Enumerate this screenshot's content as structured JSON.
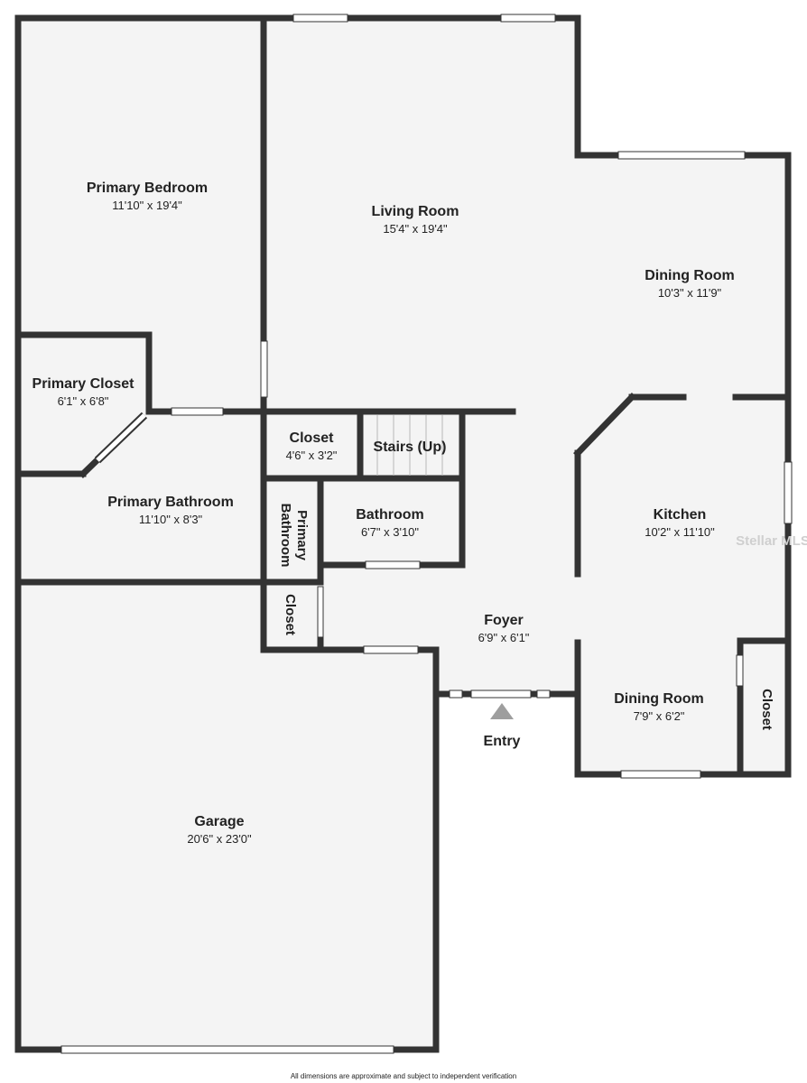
{
  "colors": {
    "wall": "#333333",
    "floor": "#f4f4f4",
    "window": "#ffffff",
    "text": "#222222",
    "entry_arrow": "#9e9e9e",
    "watermark": "#cfcfcf"
  },
  "rooms": {
    "primary_bedroom": {
      "name": "Primary Bedroom",
      "dims": "11'10\" x 19'4\""
    },
    "living_room": {
      "name": "Living Room",
      "dims": "15'4\" x 19'4\""
    },
    "dining_room_main": {
      "name": "Dining Room",
      "dims": "10'3\" x 11'9\""
    },
    "primary_closet": {
      "name": "Primary Closet",
      "dims": "6'1\" x 6'8\""
    },
    "closet_hall": {
      "name": "Closet",
      "dims": "4'6\" x 3'2\""
    },
    "stairs": {
      "name": "Stairs (Up)"
    },
    "primary_bathroom": {
      "name": "Primary Bathroom",
      "dims": "11'10\" x 8'3\""
    },
    "primary_bath_wc": {
      "line1": "Primary",
      "line2": "Bathroom"
    },
    "bathroom": {
      "name": "Bathroom",
      "dims": "6'7\" x 3'10\""
    },
    "kitchen": {
      "name": "Kitchen",
      "dims": "10'2\" x 11'10\""
    },
    "closet_small": {
      "name": "Closet"
    },
    "foyer": {
      "name": "Foyer",
      "dims": "6'9\" x 6'1\""
    },
    "dining_room_small": {
      "name": "Dining Room",
      "dims": "7'9\" x 6'2\""
    },
    "closet_kitchen": {
      "name": "Closet"
    },
    "garage": {
      "name": "Garage",
      "dims": "20'6\" x 23'0\""
    }
  },
  "entry_label": "Entry",
  "watermark": "Stellar MLS",
  "disclaimer": "All dimensions are approximate and subject to independent verification"
}
